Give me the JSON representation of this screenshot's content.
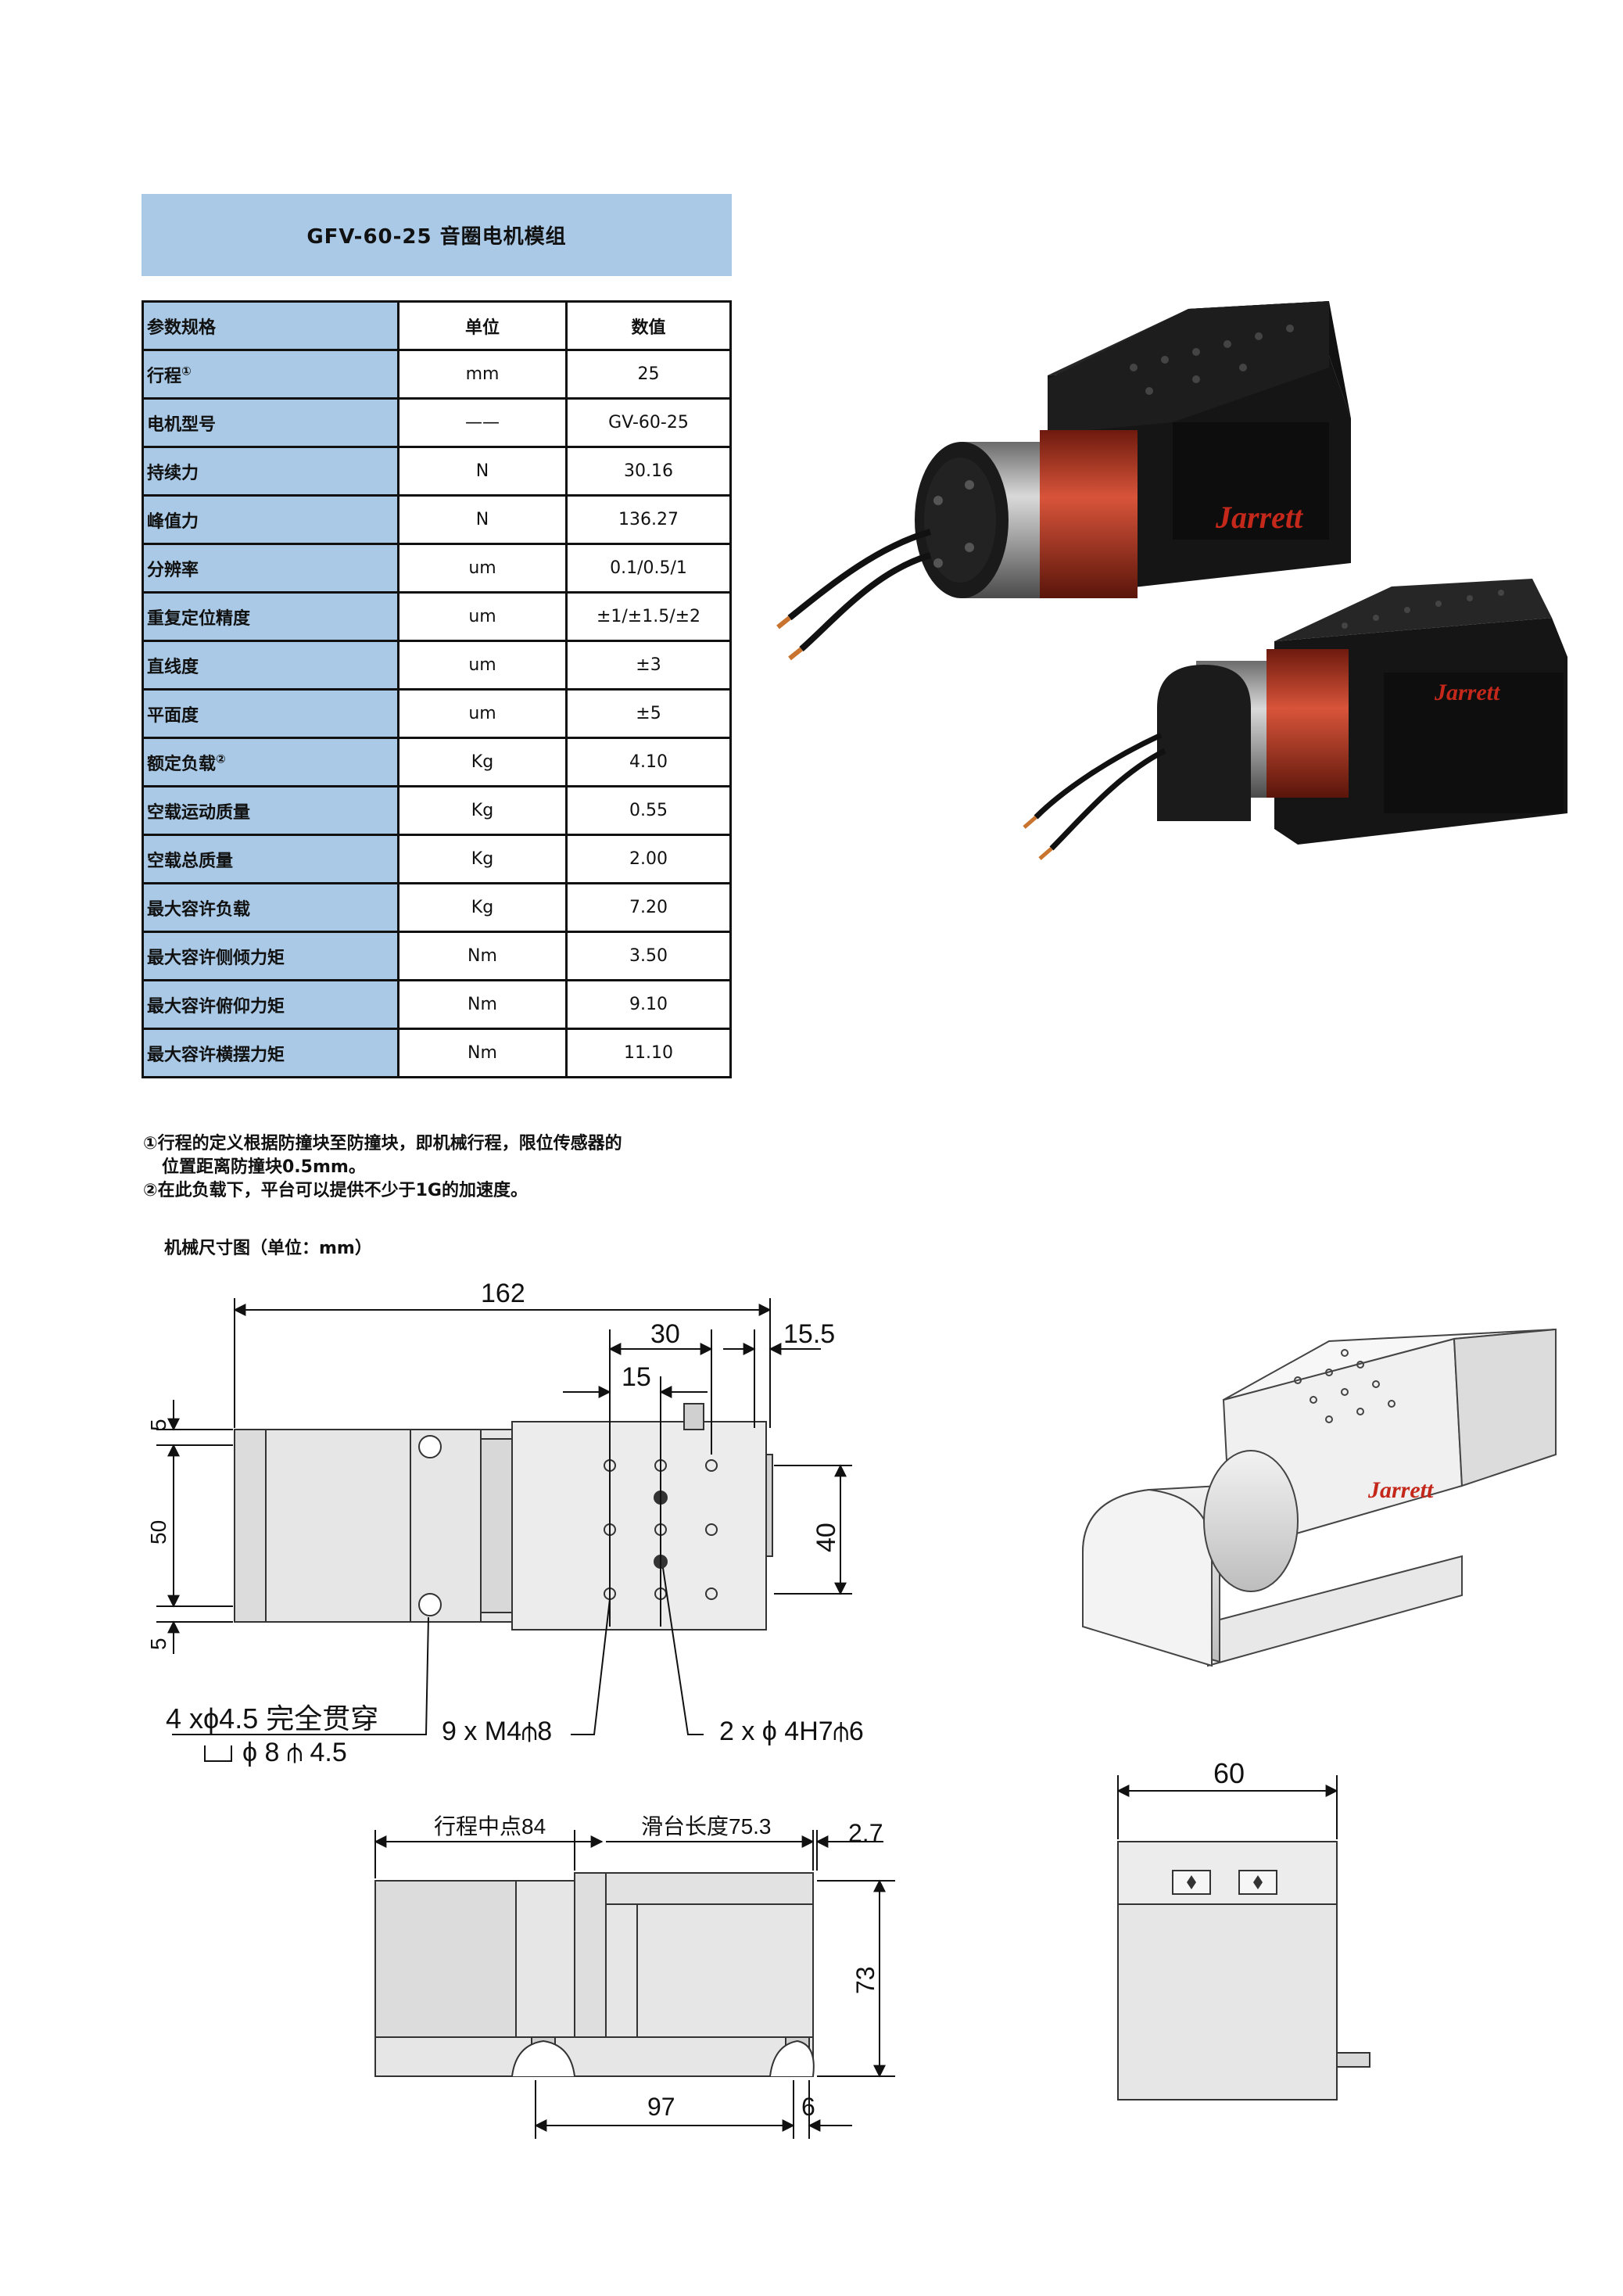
{
  "title": "GFV-60-25 音圈电机模组",
  "table": {
    "headers": [
      "参数规格",
      "单位",
      "数值"
    ],
    "rows": [
      {
        "param": "行程",
        "sup": "①",
        "unit": "mm",
        "value": "25"
      },
      {
        "param": "电机型号",
        "sup": "",
        "unit": "——",
        "value": "GV-60-25"
      },
      {
        "param": "持续力",
        "sup": "",
        "unit": "N",
        "value": "30.16"
      },
      {
        "param": "峰值力",
        "sup": "",
        "unit": "N",
        "value": "136.27"
      },
      {
        "param": "分辨率",
        "sup": "",
        "unit": "um",
        "value": "0.1/0.5/1"
      },
      {
        "param": "重复定位精度",
        "sup": "",
        "unit": "um",
        "value": "±1/±1.5/±2"
      },
      {
        "param": "直线度",
        "sup": "",
        "unit": "um",
        "value": "±3"
      },
      {
        "param": "平面度",
        "sup": "",
        "unit": "um",
        "value": "±5"
      },
      {
        "param": "额定负载",
        "sup": "②",
        "unit": "Kg",
        "value": "4.10"
      },
      {
        "param": "空载运动质量",
        "sup": "",
        "unit": "Kg",
        "value": "0.55"
      },
      {
        "param": "空载总质量",
        "sup": "",
        "unit": "Kg",
        "value": "2.00"
      },
      {
        "param": "最大容许负载",
        "sup": "",
        "unit": "Kg",
        "value": "7.20"
      },
      {
        "param": "最大容许侧倾力矩",
        "sup": "",
        "unit": "Nm",
        "value": "3.50"
      },
      {
        "param": "最大容许俯仰力矩",
        "sup": "",
        "unit": "Nm",
        "value": "9.10"
      },
      {
        "param": "最大容许横摆力矩",
        "sup": "",
        "unit": "Nm",
        "value": "11.10"
      }
    ]
  },
  "notes": {
    "note1_line1": "①行程的定义根据防撞块至防撞块，即机械行程，限位传感器的",
    "note1_line2": "位置距离防撞块0.5mm。",
    "note2": "②在此负载下，平台可以提供不少于1G的加速度。"
  },
  "dimension_title": "机械尺寸图（单位：mm）",
  "brand": "Jarrett",
  "top_view": {
    "overall_length": "162",
    "hole_spacing_30": "30",
    "hole_spacing_15": "15",
    "end_offset": "15.5",
    "edge_5_top": "5",
    "height_50": "50",
    "edge_5_bottom": "5",
    "hole_span_40": "40",
    "callout_through_holes_line1": "4 xϕ4.5 完全贯穿",
    "callout_through_holes_line2": "ϕ 8 ⫛ 4.5",
    "callout_tapped": "9 x M4⫛8",
    "callout_pin": "2 x ϕ  4H7⫛6"
  },
  "side_view": {
    "stroke_center": "行程中点84",
    "slide_length": "滑台长度75.3",
    "offset_2_7": "2.7",
    "height_73": "73",
    "length_97": "97",
    "offset_6": "6"
  },
  "end_view": {
    "width": "60"
  },
  "colors": {
    "title_bg": "#a9c9e6",
    "param_bg": "#a9c9e6",
    "coil": "#b5321e",
    "body": "#1a1a1a",
    "drawing_fill": "#e6e6e6"
  }
}
